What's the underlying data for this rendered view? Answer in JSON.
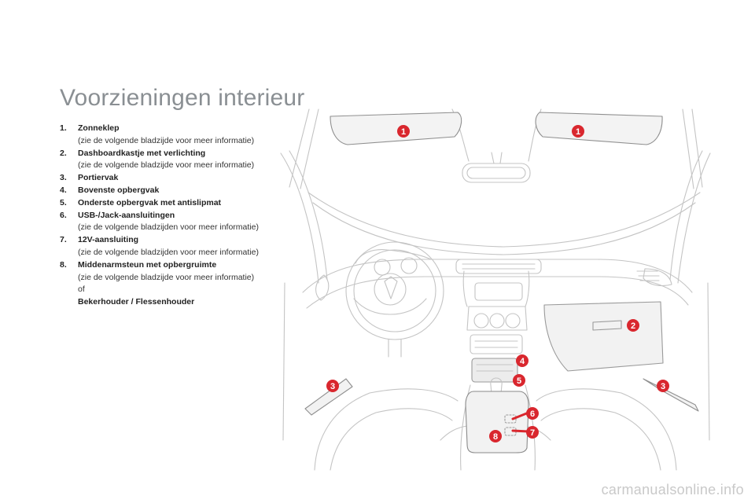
{
  "page": {
    "title": "Voorzieningen interieur"
  },
  "items": [
    {
      "number": "1.",
      "label": "Zonneklep",
      "description": "(zie de volgende bladzijde voor meer informatie)"
    },
    {
      "number": "2.",
      "label": "Dashboardkastje met verlichting",
      "description": "(zie de volgende bladzijde voor meer informatie)"
    },
    {
      "number": "3.",
      "label": "Portiervak"
    },
    {
      "number": "4.",
      "label": "Bovenste opbergvak"
    },
    {
      "number": "5.",
      "label": "Onderste opbergvak met antislipmat"
    },
    {
      "number": "6.",
      "label": "USB-/Jack-aansluitingen",
      "description": "(zie de volgende bladzijden voor meer informatie)"
    },
    {
      "number": "7.",
      "label": "12V-aansluiting",
      "description": "(zie de volgende bladzijden voor meer informatie)"
    },
    {
      "number": "8.",
      "label": "Middenarmsteun met opbergruimte",
      "description": "(zie de volgende bladzijde voor meer informatie)",
      "or_text": "of",
      "alt_label": "Bekerhouder / Flessenhouder"
    }
  ],
  "diagram": {
    "markers": [
      "1",
      "1",
      "2",
      "3",
      "3",
      "4",
      "5",
      "6",
      "7",
      "8"
    ],
    "marker_color": "#d9272e"
  },
  "footer": {
    "watermark": "carmanualsonline.info"
  }
}
